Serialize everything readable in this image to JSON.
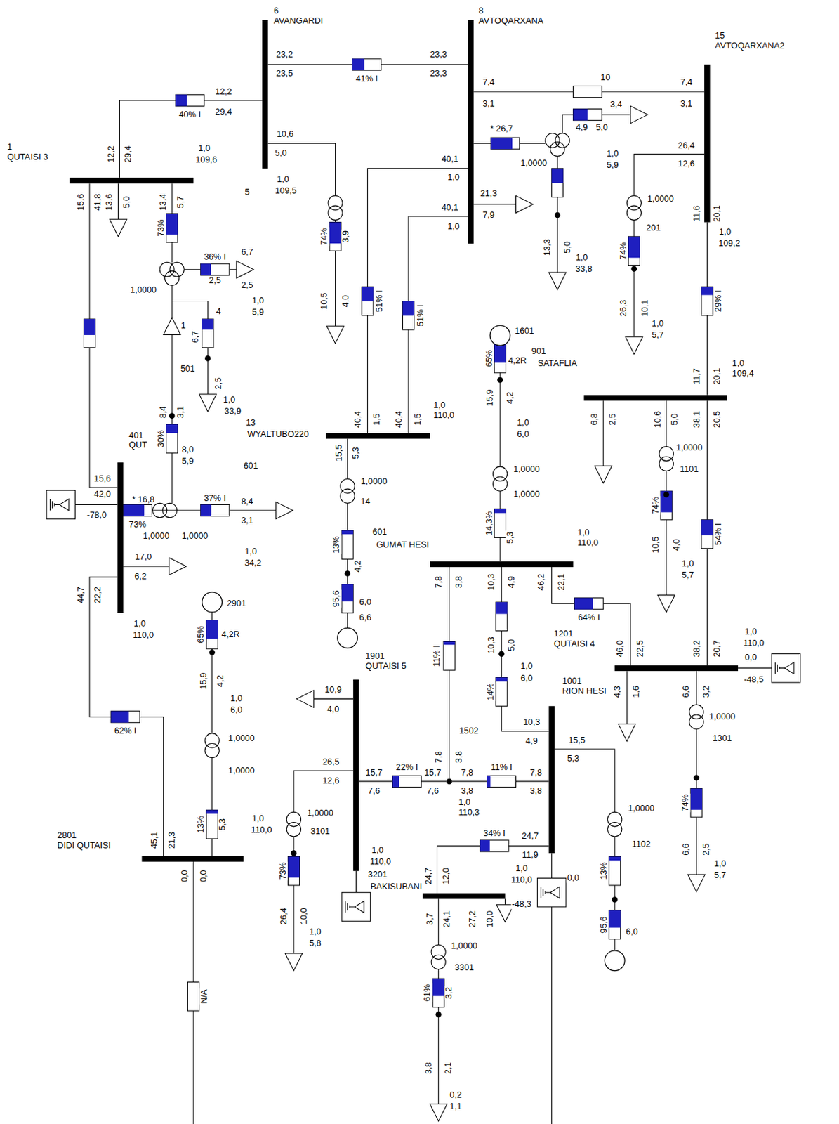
{
  "diagram": {
    "nodes": [
      {
        "text": [
          "1",
          "QUTAISI 3"
        ]
      },
      {
        "text": [
          "6",
          "AVANGARDI"
        ]
      },
      {
        "text": [
          "8",
          "AVTOQARXANA"
        ]
      },
      {
        "text": [
          "15",
          "AVTOQARXANA2"
        ]
      },
      {
        "text": [
          "401",
          "QUT"
        ]
      },
      {
        "text": [
          "1,0",
          "110,0"
        ]
      },
      {
        "text": [
          "1,0",
          "109,4"
        ]
      },
      {
        "text": [
          "1,0",
          "110,0"
        ]
      },
      {
        "text": [
          "1201",
          "QUTAISI 4"
        ]
      },
      {
        "text": [
          "1001",
          "RION HESI"
        ]
      },
      {
        "text": [
          "1901",
          "QUTAISI 5"
        ]
      },
      {
        "text": [
          "2801",
          "DIDI QUTAISI"
        ]
      },
      {
        "text": [
          "1,0",
          "110,3"
        ]
      },
      {
        "text": [
          "1502"
        ]
      }
    ],
    "edges": [
      {
        "from": 0,
        "to": 1,
        "arrow": "none"
      },
      {
        "from": 1,
        "to": 2,
        "arrow": "none"
      },
      {
        "from": 2,
        "to": 3,
        "arrow": "none"
      },
      {
        "from": 0,
        "to": 4,
        "arrow": "none"
      },
      {
        "from": 4,
        "to": 11,
        "arrow": "none"
      },
      {
        "from": 2,
        "to": 5,
        "arrow": "none"
      },
      {
        "from": 2,
        "to": 5,
        "arrow": "none"
      },
      {
        "from": 3,
        "to": 6,
        "arrow": "none"
      },
      {
        "from": 6,
        "to": 8,
        "arrow": "none"
      },
      {
        "from": 7,
        "to": 8,
        "arrow": "none"
      },
      {
        "from": 7,
        "to": 13,
        "arrow": "none"
      },
      {
        "from": 13,
        "to": 10,
        "arrow": "none"
      },
      {
        "from": 13,
        "to": 9,
        "arrow": "none"
      },
      {
        "from": 7,
        "to": 9,
        "arrow": "none"
      },
      {
        "from": 9,
        "to": 12,
        "arrow": "none"
      }
    ],
    "labels": [
      "12,2",
      "29,4",
      "40% I",
      "12,2",
      "29,4",
      "1,0",
      "109,6",
      "23,2",
      "23,5",
      "41% I",
      "23,3",
      "23,3",
      "10,6",
      "5,0",
      "1,0",
      "109,5",
      "5",
      "15,6",
      "41,8",
      "13,6",
      "5,0",
      "13,4",
      "5,7",
      "73%",
      "36% I",
      "6,7",
      "2,5",
      "2,5",
      "1,0000",
      "1,0",
      "5,9",
      "4",
      "6,7",
      "2,5",
      "1,0",
      "33,9",
      "501",
      "1",
      "13",
      "WYALTUBO220",
      "8,4",
      "3,1",
      "30%",
      "8,0",
      "5,9",
      "601",
      "15,6",
      "42,0",
      "-78,0",
      "* 16,8",
      "73%",
      "1,0000",
      "1,0000",
      "37% I",
      "8,4",
      "3,1",
      "1,0",
      "34,2",
      "17,0",
      "6,2",
      "1,0",
      "110,0",
      "44,7",
      "22,2",
      "62% I",
      "45,1",
      "21,3",
      "0,0",
      "0,0",
      "1,0",
      "110,0",
      "N/A",
      "2901",
      "65%",
      "4,2R",
      "15,9",
      "4,2",
      "1,0",
      "6,0",
      "1,0000",
      "1,0000",
      "13%",
      "5,3",
      "40,4",
      "1,5",
      "40,4",
      "1,5",
      "15,5",
      "5,3",
      "1,0000",
      "14",
      "601",
      "GUMAT HESI",
      "13%",
      "4,2",
      "95,6",
      "6,0",
      "6,6",
      "74%",
      "3,9",
      "10,5",
      "4,0",
      "51% I",
      "51% I",
      "7,4",
      "3,1",
      "10",
      "7,4",
      "3,1",
      "* 26,7",
      "40,1",
      "1,0",
      "21,3",
      "40,1",
      "7,9",
      "1,0",
      "1,0000",
      "3,4",
      "4,9",
      "5,0",
      "1,0",
      "5,9",
      "13,3",
      "5,0",
      "1,0",
      "33,8",
      "26,4",
      "12,6",
      "1,0000",
      "201",
      "74%",
      "26,3",
      "10,1",
      "1,0",
      "5,7",
      "11,6",
      "20,1",
      "1,0",
      "109,2",
      "29% I",
      "11,7",
      "20,1",
      "6,8",
      "2,5",
      "10,6",
      "5,0",
      "38,1",
      "20,5",
      "1,0000",
      "1101",
      "74%",
      "10,5",
      "4,0",
      "1,0",
      "5,7",
      "54% I",
      "1601",
      "901",
      "SATAFLIA",
      "65%",
      "4,2R",
      "15,9",
      "4,2",
      "1,0",
      "6,0",
      "1,0000",
      "1,0000",
      "14,3%",
      "5,3",
      "7,8",
      "3,8",
      "10,3",
      "4,9",
      "46,2",
      "22,1",
      "64% I",
      "46,0",
      "22,5",
      "38,2",
      "20,7",
      "1,0",
      "110,0",
      "0,0",
      "-48,5",
      "4,3",
      "1,6",
      "6,6",
      "3,2",
      "1,0000",
      "1301",
      "74%",
      "6,6",
      "2,5",
      "1,0",
      "5,7",
      "11% I",
      "10,3",
      "5,0",
      "1,0",
      "6,0",
      "14%",
      "10,3",
      "4,9",
      "7,8",
      "3,8",
      "26,5",
      "12,6",
      "15,7",
      "7,6",
      "22% I",
      "15,7",
      "7,6",
      "7,8",
      "3,8",
      "11% I",
      "7,8",
      "3,8",
      "10,9",
      "4,0",
      "1,0000",
      "3101",
      "73%",
      "26,4",
      "10,0",
      "1,0",
      "5,8",
      "1,0",
      "110,0",
      "3201",
      "BAKISUBANI",
      "15,5",
      "5,3",
      "1,0000",
      "1102",
      "13%",
      "95,6",
      "6,0",
      "24,7",
      "11,9",
      "34% I",
      "1,0",
      "110,0",
      "0,0",
      "-48,3",
      "24,7",
      "12,0",
      "3,7",
      "24,1",
      "27,2",
      "10,0",
      "1,0000",
      "3301",
      "61%",
      "3,2",
      "3,8",
      "2,1",
      "0,2",
      "1,1"
    ]
  }
}
